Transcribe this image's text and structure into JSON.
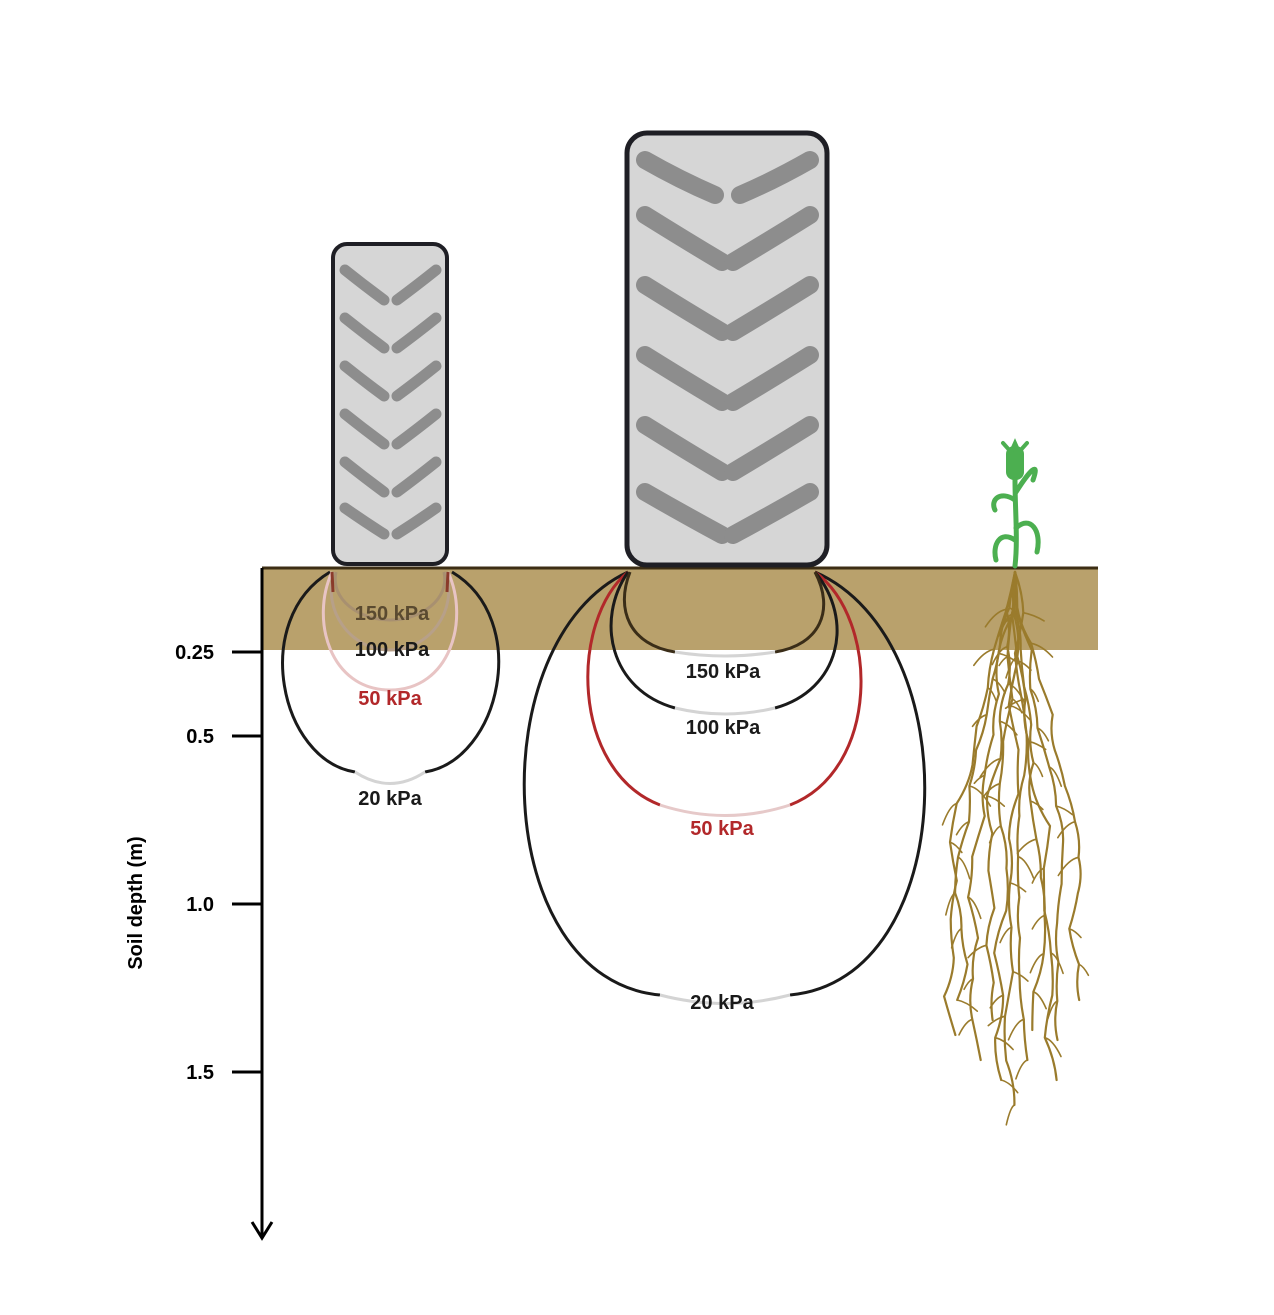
{
  "axis": {
    "title": "Soil depth (m)",
    "ticks": [
      {
        "depth": 0.25,
        "label": "0.25"
      },
      {
        "depth": 0.5,
        "label": "0.5"
      },
      {
        "depth": 1.0,
        "label": "1.0"
      },
      {
        "depth": 1.5,
        "label": "1.5"
      }
    ]
  },
  "small_tire": {
    "isobars": {
      "p150": "150 kPa",
      "p100": "100 kPa",
      "p50": "50 kPa",
      "p20": "20 kPa"
    }
  },
  "large_tire": {
    "isobars": {
      "p150": "150 kPa",
      "p100": "100 kPa",
      "p50": "50 kPa",
      "p20": "20 kPa"
    }
  },
  "colors": {
    "topsoil": "#b9a16c",
    "ground_line": "#3d2e14",
    "tire_fill": "#d6d6d6",
    "tread": "#8d8d8d",
    "isobar_dark": "#1a1a1a",
    "isobar_red": "#b2282a",
    "roots": "#9a7b2c",
    "plant": "#4caf50"
  }
}
